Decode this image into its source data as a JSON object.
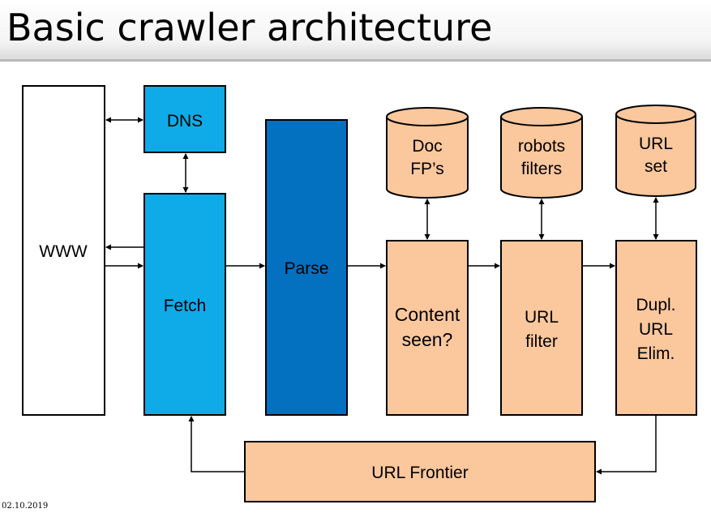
{
  "title": "Basic crawler architecture",
  "date": "02.10.2019",
  "nodes": {
    "www": "WWW",
    "dns": "DNS",
    "fetch": "Fetch",
    "parse": "Parse",
    "content_seen": [
      "Content",
      "seen?"
    ],
    "url_filter": [
      "URL",
      "filter"
    ],
    "dupl_elim": [
      "Dupl.",
      "URL",
      "Elim."
    ],
    "url_frontier": "URL Frontier"
  },
  "stores": {
    "doc_fps": [
      "Doc",
      "FP’s"
    ],
    "robots_filters": [
      "robots",
      "filters"
    ],
    "url_set": [
      "URL",
      "set"
    ]
  },
  "colors": {
    "fetch_blue": "#0fabe8",
    "parse_blue": "#0470c0",
    "peach": "#fbc79c",
    "outline": "#000000"
  }
}
